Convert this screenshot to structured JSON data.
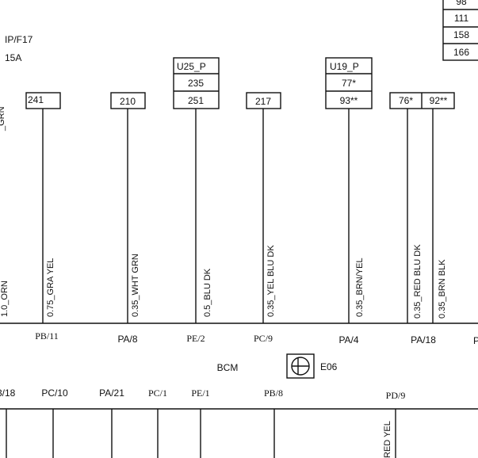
{
  "fuse": {
    "name": "IP/F17",
    "rating": "15A"
  },
  "top_right_box": {
    "values": [
      "98",
      "111",
      "158",
      "166"
    ]
  },
  "left_edge_wire": {
    "label": "_GRN"
  },
  "wires": [
    {
      "id": "w0",
      "circuit": "",
      "label": "1.0_ORN",
      "pin": ""
    },
    {
      "id": "w1",
      "circuit": "241",
      "label": "0.75_GRA YEL",
      "pin": "PB/11"
    },
    {
      "id": "w2",
      "circuit": "210",
      "label": "0.35_WHT GRN",
      "pin": "PA/8"
    },
    {
      "id": "w3",
      "circuit": "251",
      "label": "0.5_BLU DK",
      "pin": "PE/2"
    },
    {
      "id": "w4",
      "circuit": "217",
      "label": "0.35_YEL BLU DK",
      "pin": "PC/9"
    },
    {
      "id": "w5",
      "circuit": "93**",
      "label": "0.35_BRN/YEL",
      "pin": "PA/4"
    },
    {
      "id": "w6",
      "circuit": "76*",
      "label": "0.35_RED BLU DK",
      "pin": ""
    },
    {
      "id": "w7",
      "circuit": "92**",
      "label": "0.35_BRN BLK",
      "pin": "PA/18"
    },
    {
      "id": "w8",
      "circuit": "",
      "label": "",
      "pin": "P"
    }
  ],
  "splices": [
    {
      "id": "U25_P",
      "name": "U25_P",
      "values": [
        "235"
      ]
    },
    {
      "id": "U19_P",
      "name": "U19_P",
      "values": [
        "77*"
      ]
    }
  ],
  "module": {
    "name": "BCM",
    "code": "E06",
    "icon": "ground-connector-icon"
  },
  "bottom_pins": [
    "3/18",
    "PC/10",
    "PA/21",
    "PC/1",
    "PE/1",
    "PB/8",
    "PD/9"
  ],
  "bottom_wire_label": "RED YEL"
}
